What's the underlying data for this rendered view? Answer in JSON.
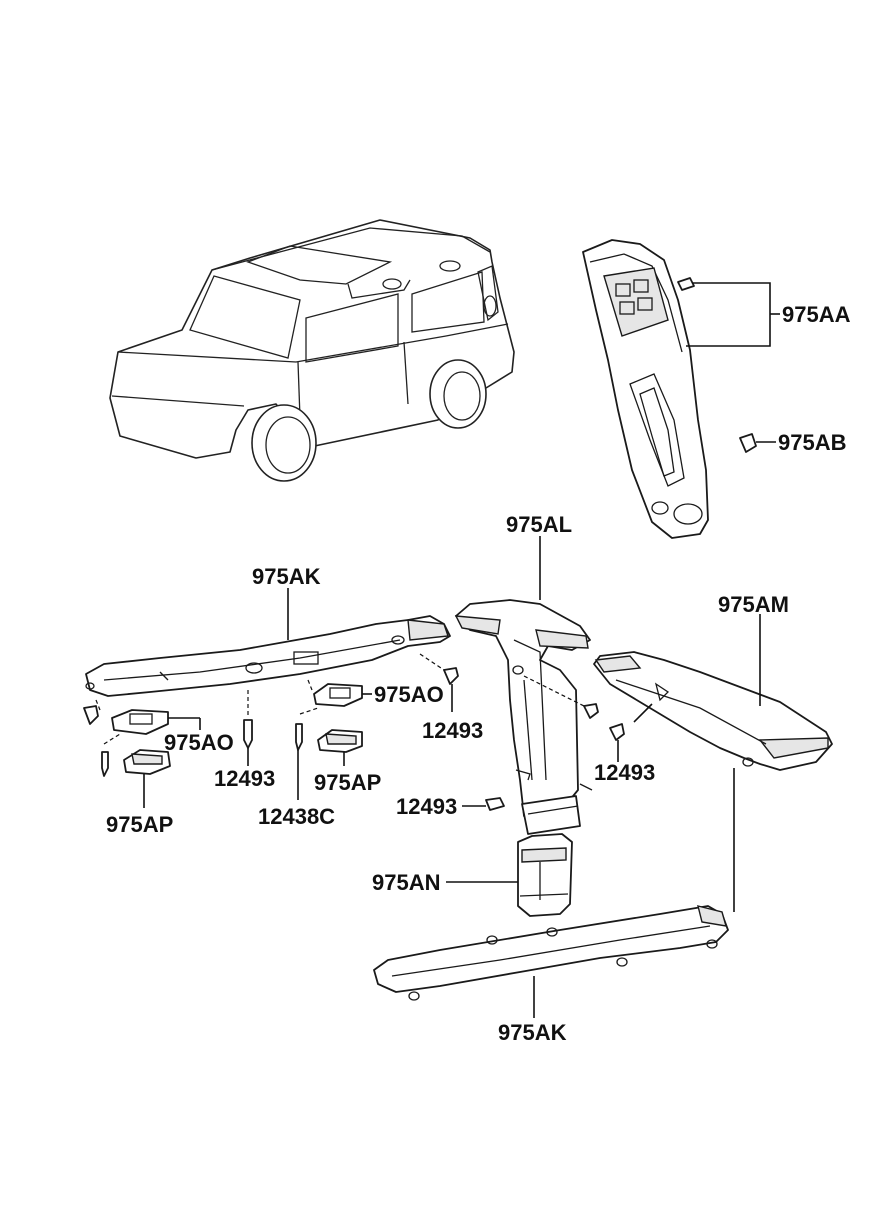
{
  "callouts": {
    "c_975AA": "975AA",
    "c_975AB": "975AB",
    "c_975AL": "975AL",
    "c_975AK_top": "975AK",
    "c_975AM": "975AM",
    "c_975AO_right": "975AO",
    "c_975AO_left": "975AO",
    "c_12493_a": "12493",
    "c_12493_b": "12493",
    "c_12493_c": "12493",
    "c_12493_d": "12493",
    "c_975AP_mid": "975AP",
    "c_975AP_left": "975AP",
    "c_12438C": "12438C",
    "c_975AN": "975AN",
    "c_975AK_bottom": "975AK"
  },
  "colors": {
    "line": "#1a1a1a",
    "background": "#ffffff",
    "shade": "#e6e6e6"
  }
}
